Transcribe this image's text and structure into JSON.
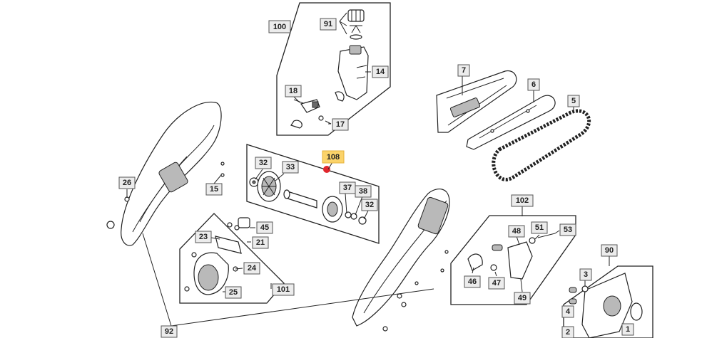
{
  "highlight_color": "#fbd36a",
  "marker_color": "#e0262d",
  "labels": {
    "l100": "100",
    "l91": "91",
    "l14": "14",
    "l18": "18",
    "l17": "17",
    "l7": "7",
    "l6": "6",
    "l5": "5",
    "l108": "108",
    "l32a": "32",
    "l33": "33",
    "l37": "37",
    "l38": "38",
    "l32b": "32",
    "l26": "26",
    "l15": "15",
    "l23": "23",
    "l45": "45",
    "l21": "21",
    "l24": "24",
    "l25": "25",
    "l101": "101",
    "l92": "92",
    "l102": "102",
    "l48": "48",
    "l51": "51",
    "l53": "53",
    "l46": "46",
    "l47": "47",
    "l49": "49",
    "l90": "90",
    "l3": "3",
    "l4": "4",
    "l2": "2",
    "l1": "1"
  },
  "icons": [
    "oil-tank-icon",
    "guide-bar-icon",
    "saw-chain-icon",
    "sprocket-assembly-icon",
    "housing-left-icon",
    "housing-right-icon",
    "motor-icon",
    "bracket-icon",
    "cover-icon"
  ]
}
